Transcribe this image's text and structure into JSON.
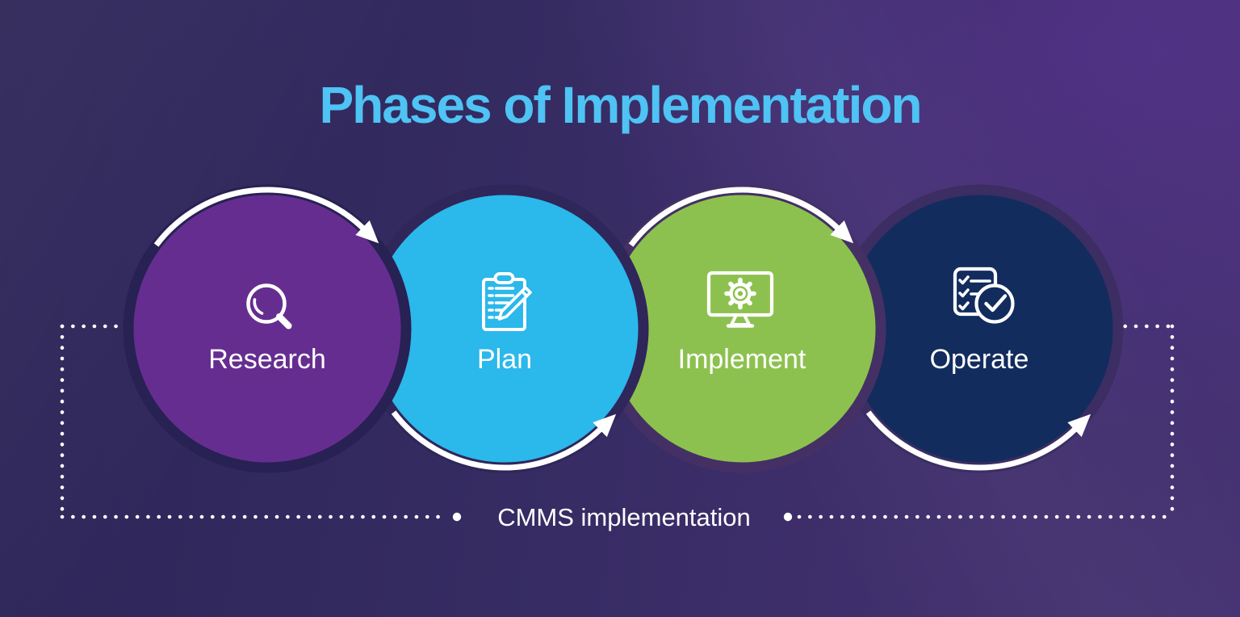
{
  "title": "Phases of Implementation",
  "phases": [
    {
      "label": "Research",
      "color": "#662d91",
      "ring": "#282153",
      "icon": "magnifier-icon",
      "arc_position": "top"
    },
    {
      "label": "Plan",
      "color": "#2bb8eb",
      "ring": "#2f265a",
      "icon": "clipboard-pencil-icon",
      "arc_position": "bottom"
    },
    {
      "label": "Implement",
      "color": "#8dc14f",
      "ring": "#443064",
      "icon": "monitor-gear-icon",
      "arc_position": "top"
    },
    {
      "label": "Operate",
      "color": "#122c5e",
      "ring": "#3c2d62",
      "icon": "checklist-check-icon",
      "arc_position": "bottom"
    }
  ],
  "footer_label": "CMMS implementation",
  "colors": {
    "background_left": "#2d2557",
    "background_right": "#463272",
    "title_text": "#4ec3f4",
    "label_text": "#ffffff",
    "arrows_and_border": "#ffffff"
  }
}
